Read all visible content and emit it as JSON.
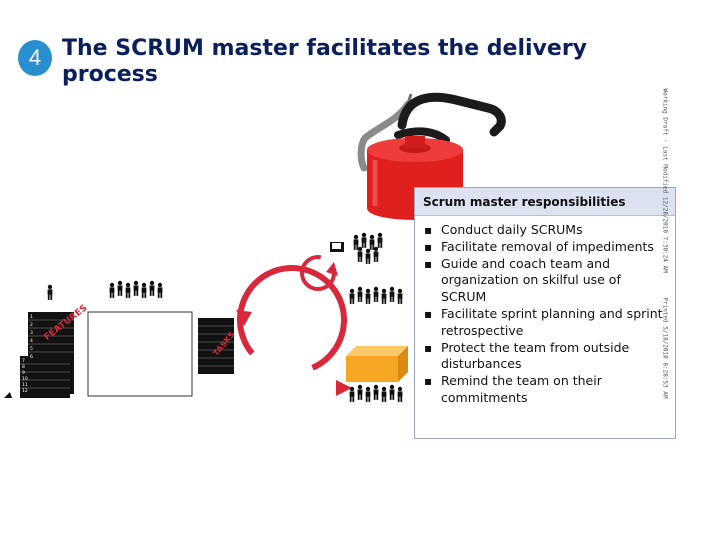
{
  "slide": {
    "number": "4",
    "title": "The SCRUM master facilitates the delivery process"
  },
  "responsibilities": {
    "header": "Scrum master responsibilities",
    "items": [
      "Conduct daily SCRUMs",
      "Facilitate removal of impediments",
      "Guide and coach team and organization on skilful use of SCRUM",
      "Facilitate sprint planning and sprint retrospective",
      "Protect the team from outside disturbances",
      "Remind the team on their commitments"
    ]
  },
  "diagram": {
    "features_label": "FEATURES",
    "tasks_label": "TASKS",
    "backlog_numbers": [
      "1",
      "2",
      "3",
      "4",
      "5",
      "6",
      "7",
      "8",
      "9",
      "10",
      "11",
      "12"
    ]
  },
  "side_note": {
    "left": "Working Draft - Last Modified 12/28/2010 7:30:24 AM",
    "right": "Printed 5/18/2010 8:28:53 AM"
  },
  "colors": {
    "title": "#0b1f5c",
    "badge": "#2a8fcf",
    "cycle_red": "#d8283c",
    "deliverable_orange": "#f5a623",
    "can_red": "#e01f1f"
  }
}
